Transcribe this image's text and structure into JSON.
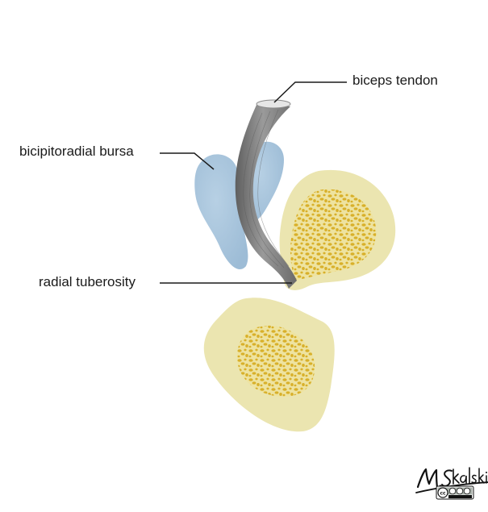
{
  "labels": {
    "biceps_tendon": "biceps tendon",
    "bicipitoradial_bursa": "bicipitoradial bursa",
    "radial_tuberosity": "radial tuberosity"
  },
  "signature": {
    "text": "M. Skalski",
    "license": "cc by nc nd"
  },
  "colors": {
    "bone_cortex": "#ebe5b0",
    "bone_marrow": "#d9b530",
    "bursa": "#a5c3dc",
    "tendon": "#7a7a7a",
    "leader_line": "#1a1a1a"
  }
}
